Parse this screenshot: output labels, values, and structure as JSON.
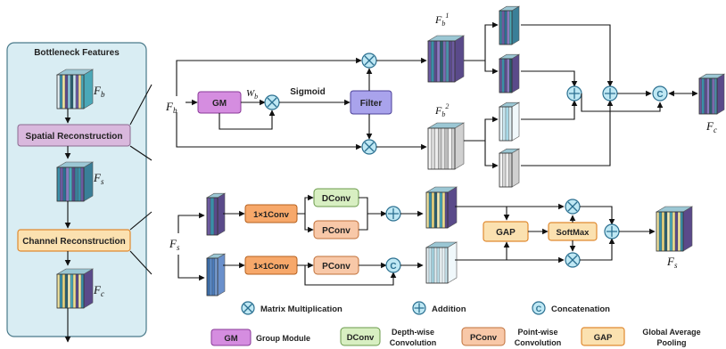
{
  "left_panel": {
    "title": "Bottleneck Features",
    "spatial_label": "Spatial Reconstruction",
    "channel_label": "Channel Reconstruction",
    "fb": "F",
    "fb_sub": "b",
    "fs": "F",
    "fs_sub": "s",
    "fc": "F",
    "fc_sub": "c"
  },
  "top": {
    "input": "F",
    "input_sub": "b",
    "gm": "GM",
    "wb": "W",
    "wb_sub": "b",
    "sigmoid": "Sigmoid",
    "filter": "Filter",
    "fb1": "F",
    "fb1_sub": "b",
    "fb1_sup": "1",
    "fb2": "F",
    "fb2_sub": "b",
    "fb2_sup": "2",
    "output": "F",
    "output_sub": "c"
  },
  "bottom": {
    "input": "F",
    "input_sub": "s",
    "conv1x1_a": "1×1Conv",
    "conv1x1_b": "1×1Conv",
    "dconv": "DConv",
    "pconv_a": "PConv",
    "pconv_b": "PConv",
    "gap": "GAP",
    "softmax": "SoftMax",
    "output": "F",
    "output_sub": "s"
  },
  "legend": {
    "matmul": "Matrix Multiplication",
    "addition": "Addition",
    "concat": "Concatenation",
    "gm": "GM",
    "gm_desc": "Group Module",
    "dconv": "DConv",
    "dconv_desc_1": "Depth-wise",
    "dconv_desc_2": "Convolution",
    "pconv": "PConv",
    "pconv_desc_1": "Point-wise",
    "pconv_desc_2": "Convolution",
    "gap": "GAP",
    "gap_desc_1": "Global Average",
    "gap_desc_2": "Pooling"
  },
  "colors": {
    "panel_bg": "#d9edf3",
    "gm": "#d58de0",
    "filter": "#a9a3ec",
    "spatial": "#d9b8dd",
    "orange": "#f7a86a",
    "dconv": "#d8efc2",
    "pconv": "#f8c8a8",
    "gap": "#fbe1b0",
    "op_circle": "#bfe8f4"
  }
}
